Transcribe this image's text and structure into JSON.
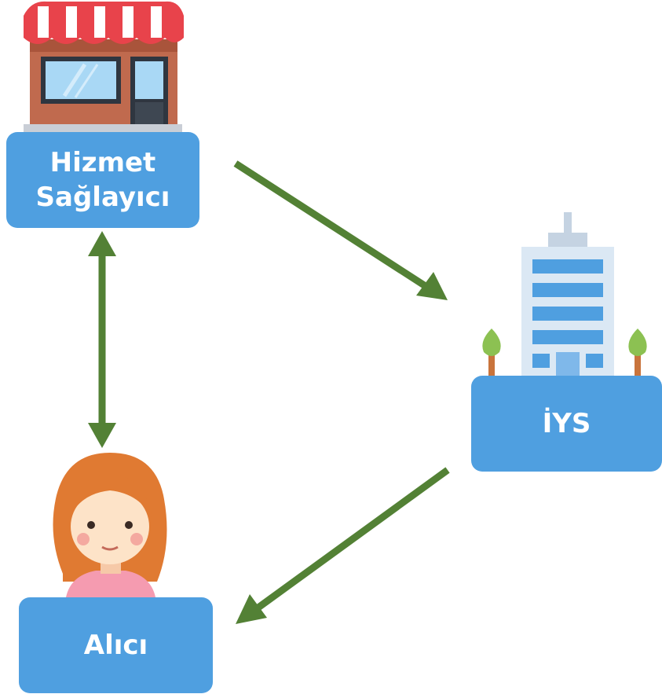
{
  "nodes": {
    "provider": {
      "line1": "Hizmet",
      "line2": "Sağlayıcı",
      "icon": "storefront-icon"
    },
    "iys": {
      "label": "İYS",
      "icon": "office-building-icon"
    },
    "recipient": {
      "label": "Alıcı",
      "icon": "woman-avatar-icon"
    }
  },
  "edges": [
    {
      "from": "provider",
      "to": "iys",
      "direction": "one-way"
    },
    {
      "from": "iys",
      "to": "recipient",
      "direction": "one-way"
    },
    {
      "from": "provider",
      "to": "recipient",
      "direction": "two-way"
    }
  ],
  "colors": {
    "box": "#4f9fe0",
    "box_text": "#ffffff",
    "arrow": "#538135",
    "awning_red": "#e8434b",
    "shop_wall": "#c06a4e",
    "building": "#dbe8f4",
    "window": "#4f9fe0",
    "tree": "#8cc152",
    "hair": "#e07a32",
    "skin": "#fde3c8",
    "shirt": "#f59bb0"
  }
}
